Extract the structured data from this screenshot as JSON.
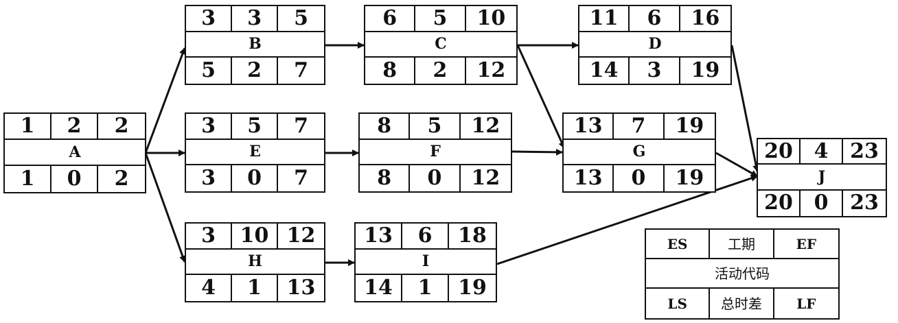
{
  "activities": [
    {
      "id": "A",
      "code": "A",
      "es": "1",
      "dur": "2",
      "ef": "2",
      "ls": "1",
      "tf": "0",
      "lf": "2"
    },
    {
      "id": "B",
      "code": "B",
      "es": "3",
      "dur": "3",
      "ef": "5",
      "ls": "5",
      "tf": "2",
      "lf": "7"
    },
    {
      "id": "C",
      "code": "C",
      "es": "6",
      "dur": "5",
      "ef": "10",
      "ls": "8",
      "tf": "2",
      "lf": "12"
    },
    {
      "id": "D",
      "code": "D",
      "es": "11",
      "dur": "6",
      "ef": "16",
      "ls": "14",
      "tf": "3",
      "lf": "19"
    },
    {
      "id": "E",
      "code": "E",
      "es": "3",
      "dur": "5",
      "ef": "7",
      "ls": "3",
      "tf": "0",
      "lf": "7"
    },
    {
      "id": "F",
      "code": "F",
      "es": "8",
      "dur": "5",
      "ef": "12",
      "ls": "8",
      "tf": "0",
      "lf": "12"
    },
    {
      "id": "G",
      "code": "G",
      "es": "13",
      "dur": "7",
      "ef": "19",
      "ls": "13",
      "tf": "0",
      "lf": "19"
    },
    {
      "id": "H",
      "code": "H",
      "es": "3",
      "dur": "10",
      "ef": "12",
      "ls": "4",
      "tf": "1",
      "lf": "13"
    },
    {
      "id": "I",
      "code": "I",
      "es": "13",
      "dur": "6",
      "ef": "18",
      "ls": "14",
      "tf": "1",
      "lf": "19"
    },
    {
      "id": "J",
      "code": "J",
      "es": "20",
      "dur": "4",
      "ef": "23",
      "ls": "20",
      "tf": "0",
      "lf": "23"
    }
  ],
  "dependencies": [
    [
      "A",
      "B"
    ],
    [
      "A",
      "E"
    ],
    [
      "A",
      "H"
    ],
    [
      "B",
      "C"
    ],
    [
      "C",
      "D"
    ],
    [
      "C",
      "G"
    ],
    [
      "E",
      "F"
    ],
    [
      "F",
      "G"
    ],
    [
      "H",
      "I"
    ],
    [
      "D",
      "J"
    ],
    [
      "G",
      "J"
    ],
    [
      "I",
      "J"
    ]
  ],
  "legend": {
    "es": "ES",
    "dur": "工期",
    "ef": "EF",
    "code": "活动代码",
    "ls": "LS",
    "tf": "总时差",
    "lf": "LF"
  },
  "colors": {
    "line": "#111111",
    "background": "#ffffff"
  }
}
